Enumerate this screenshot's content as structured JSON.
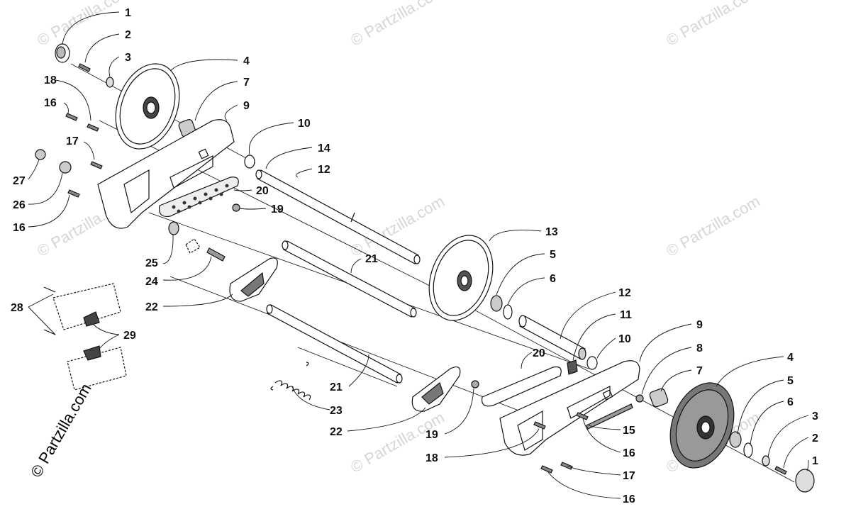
{
  "watermark": "© Partzilla.com",
  "corner_text": "© Partzilla.com",
  "callouts": [
    "1",
    "2",
    "3",
    "4",
    "7",
    "9",
    "10",
    "14",
    "12",
    "18",
    "16",
    "17",
    "27",
    "26",
    "16",
    "20",
    "19",
    "13",
    "21",
    "5",
    "6",
    "25",
    "24",
    "22",
    "28",
    "29",
    "12",
    "11",
    "10",
    "9",
    "8",
    "7",
    "4",
    "5",
    "6",
    "3",
    "2",
    "1",
    "20",
    "21",
    "23",
    "22",
    "19",
    "18",
    "15",
    "16",
    "17",
    "16"
  ]
}
